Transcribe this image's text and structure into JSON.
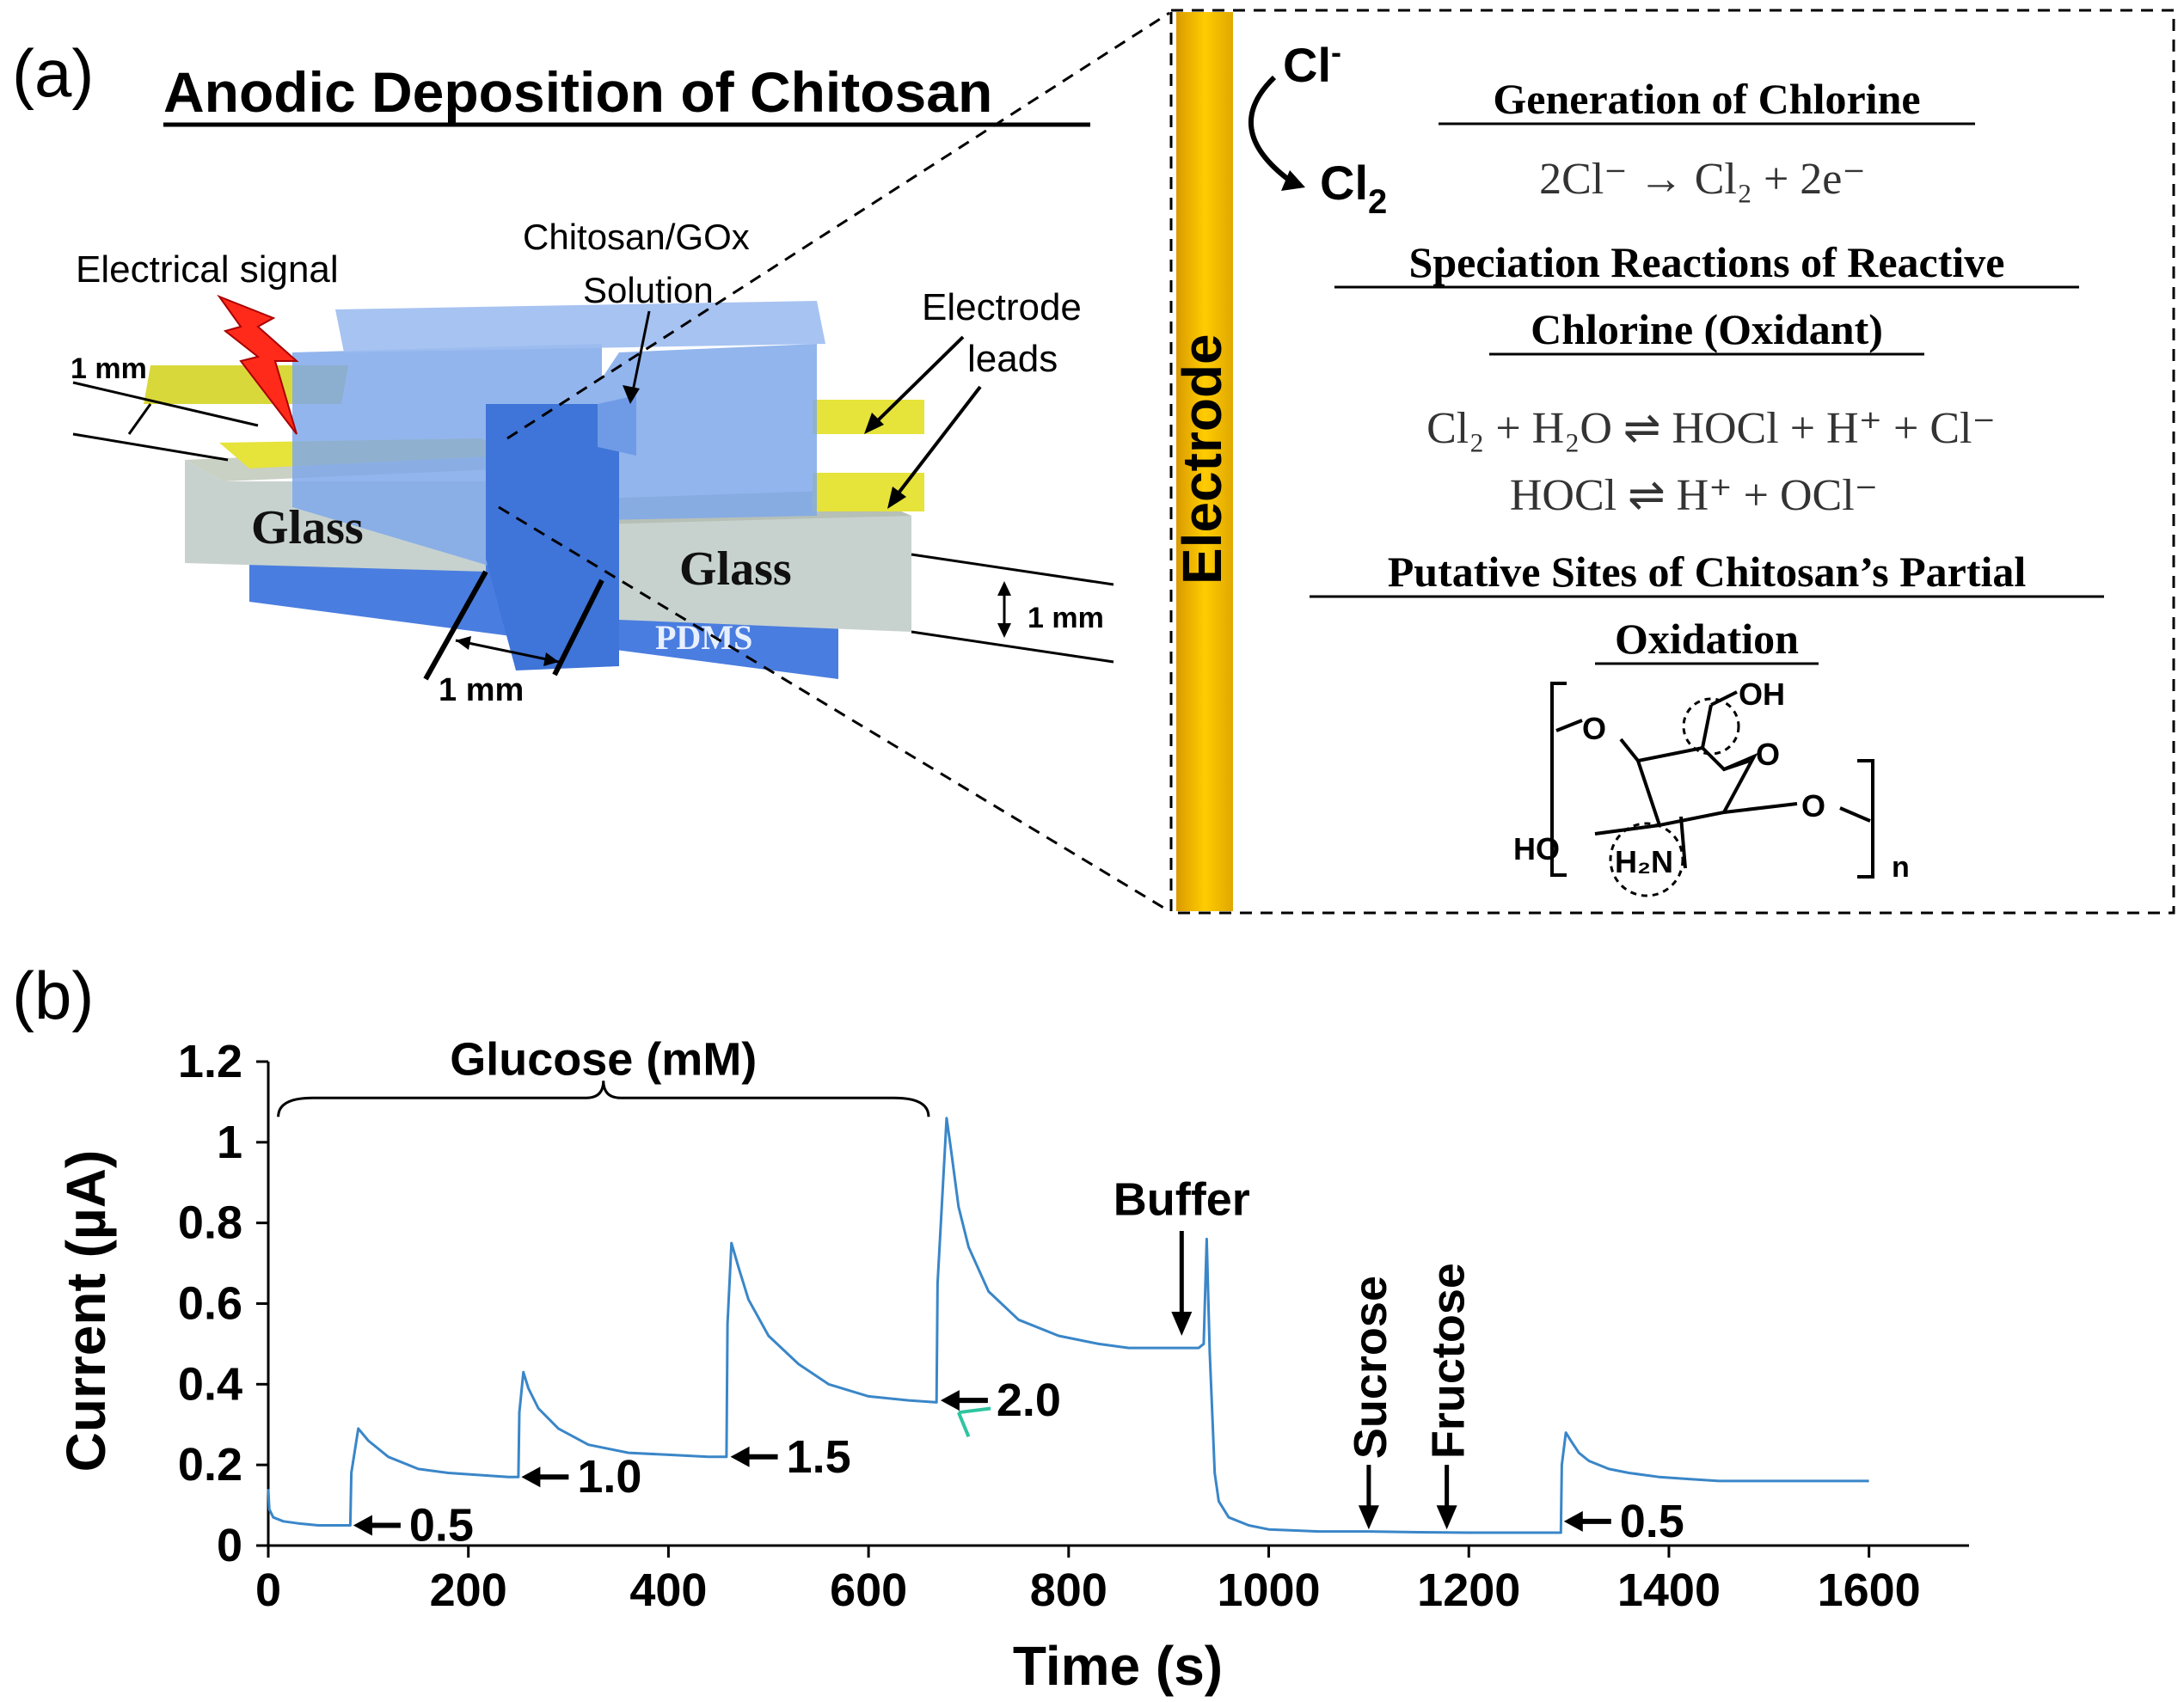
{
  "panel_a": {
    "label": "(a)",
    "title": "Anodic Deposition of Chitosan",
    "device": {
      "electrical_signal": "Electrical signal",
      "solution_line1": "Chitosan/GOx",
      "solution_line2": "Solution",
      "leads_line1": "Electrode",
      "leads_line2": "leads",
      "glass_left": "Glass",
      "glass_right": "Glass",
      "pdms": "PDMS",
      "dim_1": "1 mm",
      "dim_2": "1 mm",
      "dim_3": "1 mm"
    },
    "inset": {
      "electrode": "Electrode",
      "cl_ion": "Cl",
      "cl_ion_sup": "-",
      "cl2": "Cl",
      "cl2_sub": "2",
      "h1": "Generation of Chlorine",
      "eq1": "2Cl⁻  →  Cl₂ + 2e⁻",
      "h2_line1": "Speciation Reactions of Reactive",
      "h2_line2": "Chlorine (Oxidant)",
      "eq2": "Cl₂ +  H₂O  ⇌ HOCl +  H⁺ +  Cl⁻",
      "eq3": "HOCl  ⇌  H⁺ + OCl⁻",
      "h3_line1": "Putative Sites of Chitosan’s Partial",
      "h3_line2": "Oxidation",
      "mol_oh": "OH",
      "mol_o_ring": "O",
      "mol_o_left": "O",
      "mol_o_right": "O",
      "mol_ho": "HO",
      "mol_h2n": "H₂N",
      "mol_n": "n"
    }
  },
  "panel_b": {
    "label": "(b)",
    "bracket_label": "Glucose (mM)",
    "annotations": {
      "a05": "0.5",
      "a10": "1.0",
      "a15": "1.5",
      "a20": "2.0",
      "a05b": "0.5",
      "buffer": "Buffer",
      "sucrose": "Sucrose",
      "fructose": "Fructose"
    }
  },
  "chart_data": {
    "type": "line",
    "xlabel": "Time (s)",
    "ylabel": "Current (µA)",
    "xlim": [
      0,
      1700
    ],
    "ylim": [
      0,
      1.2
    ],
    "x_ticks": [
      0,
      200,
      400,
      600,
      800,
      1000,
      1200,
      1400,
      1600
    ],
    "y_ticks": [
      0,
      0.2,
      0.4,
      0.6,
      0.8,
      1,
      1.2
    ],
    "y_tick_labels": [
      "0",
      "0.2",
      "0.4",
      "0.6",
      "0.8",
      "1",
      "1.2"
    ],
    "line_color": "#3a86c8",
    "series": [
      {
        "x": [
          0,
          1,
          5,
          15,
          30,
          50,
          70,
          82,
          83,
          90,
          100,
          120,
          150,
          180,
          210,
          240,
          250,
          251,
          255,
          260,
          270,
          290,
          320,
          360,
          400,
          440,
          458,
          459,
          463,
          470,
          480,
          500,
          530,
          560,
          600,
          640,
          668,
          669,
          678,
          682,
          690,
          700,
          720,
          750,
          790,
          830,
          860,
          900,
          930,
          935,
          938,
          941,
          944,
          946,
          950,
          960,
          980,
          1000,
          1050,
          1100,
          1150,
          1200,
          1250,
          1290,
          1292,
          1293,
          1297,
          1302,
          1310,
          1320,
          1340,
          1360,
          1390,
          1420,
          1450,
          1500,
          1550,
          1600
        ],
        "y": [
          0.14,
          0.09,
          0.07,
          0.06,
          0.055,
          0.05,
          0.05,
          0.05,
          0.18,
          0.29,
          0.26,
          0.22,
          0.19,
          0.18,
          0.175,
          0.17,
          0.17,
          0.33,
          0.43,
          0.39,
          0.34,
          0.29,
          0.25,
          0.23,
          0.225,
          0.22,
          0.22,
          0.55,
          0.75,
          0.69,
          0.61,
          0.52,
          0.45,
          0.4,
          0.37,
          0.36,
          0.355,
          0.65,
          1.06,
          0.99,
          0.84,
          0.74,
          0.63,
          0.56,
          0.52,
          0.5,
          0.49,
          0.49,
          0.49,
          0.5,
          0.76,
          0.48,
          0.3,
          0.18,
          0.11,
          0.07,
          0.05,
          0.04,
          0.035,
          0.035,
          0.033,
          0.032,
          0.032,
          0.032,
          0.032,
          0.2,
          0.28,
          0.26,
          0.23,
          0.21,
          0.19,
          0.18,
          0.17,
          0.165,
          0.16,
          0.16,
          0.16,
          0.16
        ]
      }
    ]
  }
}
